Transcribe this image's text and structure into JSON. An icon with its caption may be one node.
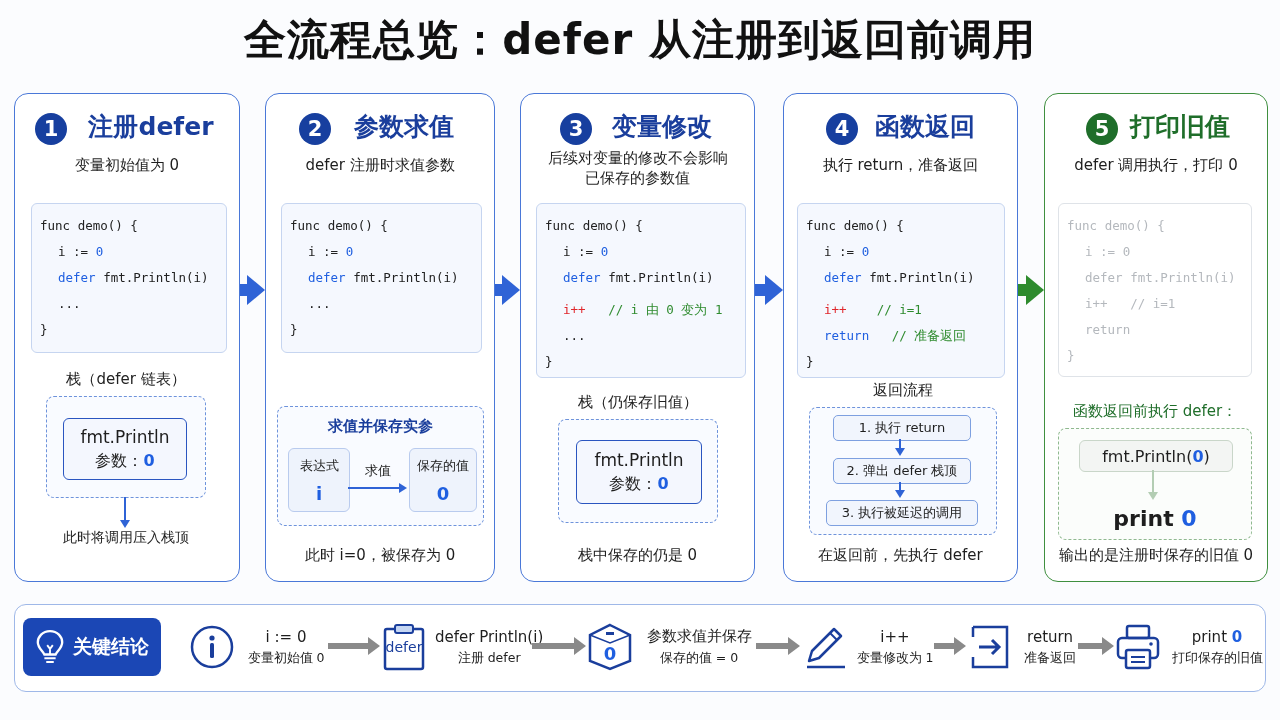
{
  "diagram": {
    "title": "全流程总览：defer 从注册到返回前调用",
    "nodes": [
      {
        "text": [
          "注册defer",
          "变量初始值为 0"
        ]
      },
      {
        "text": [
          "1"
        ],
        "in": 0
      },
      {
        "text": [
          "func demo() {",
          "i := 0",
          "defer fmt.Println(i)",
          "...",
          "}"
        ],
        "in": 0
      },
      {
        "text": [
          "栈（defer 链表）"
        ],
        "in": 0
      },
      {
        "text": [
          "fmt.Println",
          "参数：0"
        ],
        "in": 3
      },
      {
        "text": [
          "此时将调用压入栈顶"
        ],
        "in": 0
      },
      {
        "text": [
          "参数求值",
          "defer 注册时求值参数",
          "此时 i=0，被保存为 0"
        ]
      },
      {
        "text": [
          "2"
        ],
        "in": 6
      },
      {
        "text": [
          "func demo() {",
          "i := 0",
          "defer fmt.Println(i)",
          "...",
          "}"
        ],
        "in": 6
      },
      {
        "text": [
          "求值并保存实参"
        ],
        "in": 6
      },
      {
        "text": [
          "表达式",
          "i"
        ],
        "in": 9
      },
      {
        "text": [
          "保存的值",
          "0"
        ],
        "in": 9
      },
      {
        "text": [
          "变量修改",
          "后续对变量的修改不会影响已保存的参数值",
          "栈中保存的仍是 0"
        ]
      },
      {
        "text": [
          "3"
        ],
        "in": 12
      },
      {
        "text": [
          "func demo() {",
          "i := 0",
          "defer fmt.Println(i)",
          "i++   // i 由 0 变为 1",
          "...",
          "}"
        ],
        "in": 12
      },
      {
        "text": [
          "栈（仍保存旧值）"
        ],
        "in": 12
      },
      {
        "text": [
          "fmt.Println",
          "参数：0"
        ],
        "in": 15
      },
      {
        "text": [
          "函数返回",
          "执行 return，准备返回",
          "在返回前，先执行 defer"
        ]
      },
      {
        "text": [
          "4"
        ],
        "in": 17
      },
      {
        "text": [
          "func demo() {",
          "i := 0",
          "defer fmt.Println(i)",
          "i++    // i=1",
          "return   // 准备返回",
          "}"
        ],
        "in": 17
      },
      {
        "text": [
          "返回流程"
        ],
        "in": 17
      },
      {
        "text": [
          "1. 执行 return"
        ],
        "in": 20
      },
      {
        "text": [
          "2. 弹出 defer 栈顶"
        ],
        "in": 20
      },
      {
        "text": [
          "3. 执行被延迟的调用"
        ],
        "in": 20
      },
      {
        "text": [
          "打印旧值",
          "defer 调用执行，打印 0",
          "输出的是注册时保存的旧值 0"
        ]
      },
      {
        "text": [
          "5"
        ],
        "in": 24
      },
      {
        "text": [
          "func demo() {",
          "i := 0",
          "defer fmt.Println(i)",
          "i++   // i=1",
          "return",
          "}"
        ],
        "in": 24
      },
      {
        "text": [
          "函数返回前执行 defer："
        ],
        "in": 24
      },
      {
        "text": [
          "fmt.Println(0)"
        ],
        "in": 27
      },
      {
        "text": [
          "print 0"
        ],
        "in": 27
      },
      {
        "text": [],
        "shape": "box"
      },
      {
        "text": [
          "关键结论"
        ],
        "in": 30
      },
      {
        "text": [
          "i := 0",
          "变量初始值 0"
        ],
        "in": 30
      },
      {
        "text": [
          "defer",
          "defer Println(i)",
          "注册 defer"
        ],
        "in": 30
      },
      {
        "text": [
          "0",
          "参数求值并保存",
          "保存的值 = 0"
        ],
        "in": 30
      },
      {
        "text": [
          "i++",
          "变量修改为 1"
        ],
        "in": 30
      },
      {
        "text": [
          "return",
          "准备返回"
        ],
        "in": 30
      },
      {
        "text": [
          "print 0",
          "打印保存的旧值"
        ],
        "in": 30
      }
    ],
    "edges": [
      {
        "from": 3,
        "to": 5,
        "arrow": "to"
      },
      {
        "from": 10,
        "to": 11,
        "arrow": "to",
        "label": "求值"
      },
      {
        "from": 21,
        "to": 22,
        "arrow": "to"
      },
      {
        "from": 22,
        "to": 23,
        "arrow": "to"
      },
      {
        "from": 28,
        "to": 29,
        "arrow": "to",
        "color": "#b3cdb3"
      },
      {
        "from": 0,
        "to": 6,
        "arrow": "to",
        "style": "thick"
      },
      {
        "from": 6,
        "to": 12,
        "arrow": "to",
        "style": "thick"
      },
      {
        "from": 12,
        "to": 17,
        "arrow": "to",
        "style": "thick"
      },
      {
        "from": 17,
        "to": 24,
        "arrow": "to",
        "style": "thick",
        "color": "#2e8b2e"
      },
      {
        "from": 32,
        "to": 33,
        "arrow": "to",
        "color": "#8a8a8a"
      },
      {
        "from": 33,
        "to": 34,
        "arrow": "to",
        "color": "#8a8a8a"
      },
      {
        "from": 34,
        "to": 35,
        "arrow": "to",
        "color": "#8a8a8a"
      },
      {
        "from": 35,
        "to": 36,
        "arrow": "to",
        "color": "#8a8a8a"
      },
      {
        "from": 36,
        "to": 37,
        "arrow": "to",
        "color": "#8a8a8a"
      }
    ]
  }
}
